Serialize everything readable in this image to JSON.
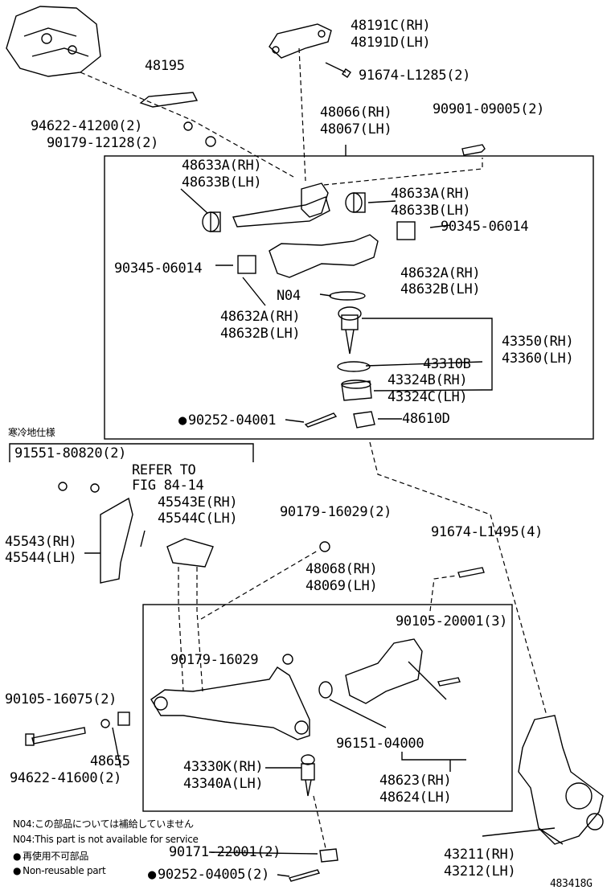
{
  "parts": {
    "p48191": [
      "48191C(RH)",
      "48191D(LH)"
    ],
    "p48195": "48195",
    "p94622_41200": "94622-41200(2)",
    "p90179_12128": "90179-12128(2)",
    "p91674_L1285": "91674-L1285(2)",
    "p48066": [
      "48066(RH)",
      "48067(LH)"
    ],
    "p90901": "90901-09005(2)",
    "p48633_left": [
      "48633A(RH)",
      "48633B(LH)"
    ],
    "p48633_right": [
      "48633A(RH)",
      "48633B(LH)"
    ],
    "p90345_right": "90345-06014",
    "p90345_left": "90345-06014",
    "p48632_right": [
      "48632A(RH)",
      "48632B(LH)"
    ],
    "pN04": "N04",
    "p48632_left": [
      "48632A(RH)",
      "48632B(LH)"
    ],
    "p43350": [
      "43350(RH)",
      "43360(LH)"
    ],
    "p43310B": "43310B",
    "p43324": [
      "43324B(RH)",
      "43324C(LH)"
    ],
    "p90252_04001": "90252-04001",
    "p48610D": "48610D",
    "cold_spec": "寒冷地仕様",
    "p91551": "91551-80820(2)",
    "refer": [
      "REFER TO",
      "FIG 84-14"
    ],
    "p45543E": [
      "45543E(RH)",
      "45544C(LH)"
    ],
    "p45543": [
      "45543(RH)",
      "45544(LH)"
    ],
    "p90179_16029_top": "90179-16029(2)",
    "p91674_L1495": "91674-L1495(4)",
    "p48068": [
      "48068(RH)",
      "48069(LH)"
    ],
    "p90105_20001": "90105-20001(3)",
    "p90179_16029": "90179-16029",
    "p90105_16075": "90105-16075(2)",
    "p96151": "96151-04000",
    "p48655": "48655",
    "p94622_41600": "94622-41600(2)",
    "p43330K": [
      "43330K(RH)",
      "43340A(LH)"
    ],
    "p48623": [
      "48623(RH)",
      "48624(LH)"
    ],
    "note_jp": "N04:この部品については補給していません",
    "note_en": "N04:This part is not available for service",
    "legend_jp": "再使用不可部品",
    "legend_en": "Non-reusable part",
    "p90171": "90171-22001(2)",
    "p90252_04005": "90252-04005(2)",
    "p43211": [
      "43211(RH)",
      "43212(LH)"
    ],
    "fig_no": "483418G"
  },
  "colors": {
    "ink": "#000000",
    "paper": "#ffffff"
  }
}
